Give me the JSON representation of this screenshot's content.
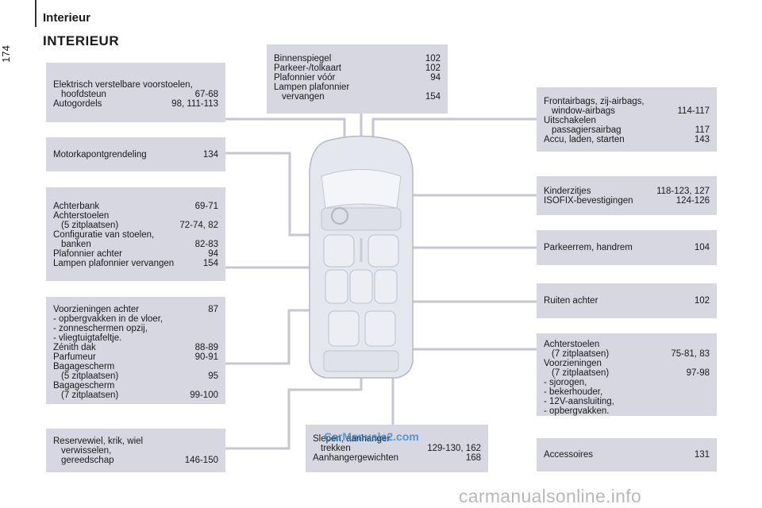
{
  "page_number": "174",
  "header": "Interieur",
  "title": "INTERIEUR",
  "boxes": {
    "b1": [
      {
        "t": "Elektrisch verstelbare voorstoelen,",
        "p": ""
      },
      {
        "t": "hoofdsteun",
        "p": "67-68",
        "indent": true
      },
      {
        "t": "Autogordels",
        "p": "98, 111-113"
      }
    ],
    "b2": [
      {
        "t": "Motorkapontgrendeling",
        "p": "134"
      }
    ],
    "b3": [
      {
        "t": "Achterbank",
        "p": "69-71"
      },
      {
        "t": "Achterstoelen",
        "p": ""
      },
      {
        "t": "(5 zitplaatsen)",
        "p": "72-74, 82",
        "indent": true
      },
      {
        "t": "Configuratie van stoelen,",
        "p": ""
      },
      {
        "t": "banken",
        "p": "82-83",
        "indent": true
      },
      {
        "t": "Plafonnier achter",
        "p": "94"
      },
      {
        "t": "Lampen plafonnier vervangen",
        "p": "154"
      }
    ],
    "b4": [
      {
        "t": "Voorzieningen achter",
        "p": "87"
      },
      {
        "t": "-  opbergvakken in de vloer,",
        "p": ""
      },
      {
        "t": "-  zonneschermen opzij,",
        "p": ""
      },
      {
        "t": "-  vliegtuigtafeltje.",
        "p": ""
      },
      {
        "t": "Zénith dak",
        "p": "88-89"
      },
      {
        "t": "Parfumeur",
        "p": "90-91"
      },
      {
        "t": "Bagagescherm",
        "p": ""
      },
      {
        "t": "(5 zitplaatsen)",
        "p": "95",
        "indent": true
      },
      {
        "t": "Bagagescherm",
        "p": ""
      },
      {
        "t": "(7 zitplaatsen)",
        "p": "99-100",
        "indent": true
      }
    ],
    "b5": [
      {
        "t": "Reservewiel, krik, wiel",
        "p": ""
      },
      {
        "t": "verwisselen,",
        "p": "",
        "indent": true
      },
      {
        "t": "gereedschap",
        "p": "146-150",
        "indent": true
      }
    ],
    "b6": [
      {
        "t": "Binnenspiegel",
        "p": "102"
      },
      {
        "t": "Parkeer-/tolkaart",
        "p": "102"
      },
      {
        "t": "Plafonnier vóór",
        "p": "94"
      },
      {
        "t": "Lampen plafonnier",
        "p": ""
      },
      {
        "t": "vervangen",
        "p": "154",
        "indent": true
      }
    ],
    "b7": [
      {
        "t": "Slepen, aanhanger",
        "p": ""
      },
      {
        "t": "trekken",
        "p": "129-130, 162",
        "indent": true
      },
      {
        "t": "Aanhangergewichten",
        "p": "168"
      }
    ],
    "b8": [
      {
        "t": "Frontairbags, zij-airbags,",
        "p": ""
      },
      {
        "t": "window-airbags",
        "p": "114-117",
        "indent": true
      },
      {
        "t": "Uitschakelen",
        "p": ""
      },
      {
        "t": "passagiersairbag",
        "p": "117",
        "indent": true
      },
      {
        "t": "Accu, laden, starten",
        "p": "143"
      }
    ],
    "b9": [
      {
        "t": "Kinderzitjes",
        "p": "118-123, 127"
      },
      {
        "t": "ISOFIX-bevestigingen",
        "p": "124-126"
      }
    ],
    "b10": [
      {
        "t": "Parkeerrem, handrem",
        "p": "104"
      }
    ],
    "b11": [
      {
        "t": "Ruiten achter",
        "p": "102"
      }
    ],
    "b12": [
      {
        "t": "Achterstoelen",
        "p": ""
      },
      {
        "t": "(7 zitplaatsen)",
        "p": "75-81, 83",
        "indent": true
      },
      {
        "t": "Voorzieningen",
        "p": ""
      },
      {
        "t": "(7 zitplaatsen)",
        "p": "97-98",
        "indent": true
      },
      {
        "t": "-  sjorogen,",
        "p": ""
      },
      {
        "t": "-  bekerhouder,",
        "p": ""
      },
      {
        "t": "-  12V-aansluiting,",
        "p": ""
      },
      {
        "t": "-  opbergvakken.",
        "p": ""
      }
    ],
    "b13": [
      {
        "t": "Accessoires",
        "p": "131"
      }
    ]
  },
  "watermark_top": "CarManuals2.com",
  "watermark_bottom": "carmanualsonline.info",
  "colors": {
    "box_bg": "#d6d7e0",
    "leader_line": "#c6c7d2",
    "car_body": "#e4e7ee"
  }
}
